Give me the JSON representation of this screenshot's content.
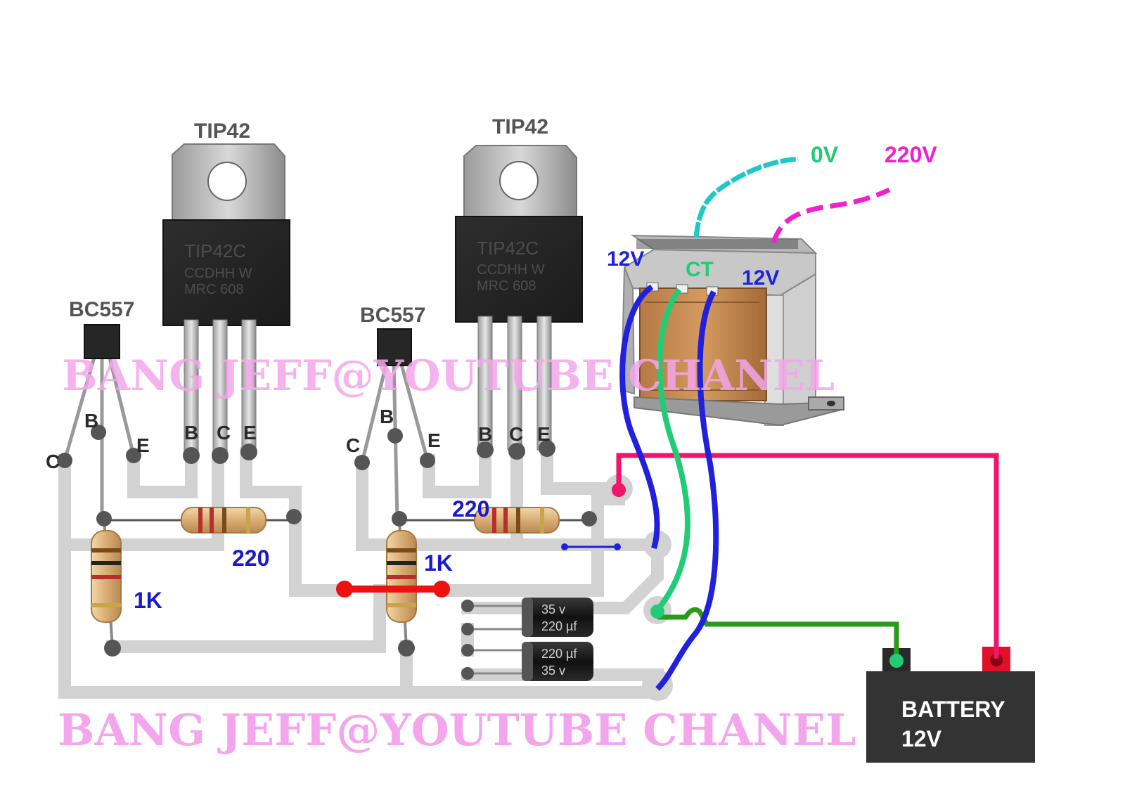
{
  "watermark": "BANG JEFF@YOUTUBE CHANEL",
  "transistors": {
    "tip_left": "TIP42",
    "tip_right": "TIP42",
    "tip_marking": [
      "TIP42C",
      "CCDHH W",
      "MRC 608"
    ],
    "bc_left": "BC557",
    "bc_right": "BC557"
  },
  "pins": {
    "b": "B",
    "c": "C",
    "e": "E"
  },
  "resistors": {
    "r220_left": "220",
    "r220_right": "220",
    "r1k_left": "1K",
    "r1k_right": "1K"
  },
  "capacitor_marking": {
    "voltage": "35 v",
    "capacitance": "220 µf"
  },
  "transformer": {
    "zero_v": "0V",
    "v220": "220V",
    "tap_left": "12V",
    "tap_center": "CT",
    "tap_right": "12V"
  },
  "battery": {
    "line1": "BATTERY",
    "line2": "12V"
  },
  "colors": {
    "track": "#d2d2d2",
    "positive": "#f0156a",
    "ground": "#2a9a1a",
    "secondary": "#2020dd",
    "center_tap": "#22cc77",
    "primary_0v": "#20c8c8",
    "primary_220v": "#ee22cc",
    "jumper": "#ee1111",
    "watermark": "#f4a6ec"
  }
}
